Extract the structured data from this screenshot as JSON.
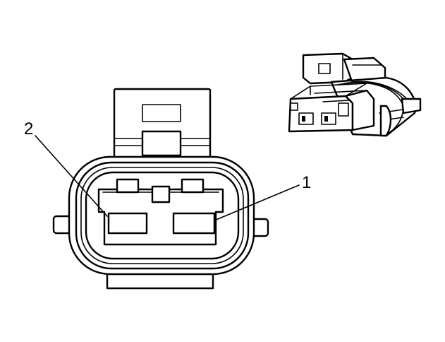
{
  "callouts": [
    {
      "id": "pin-1",
      "label": "1"
    },
    {
      "id": "pin-2",
      "label": "2"
    }
  ],
  "colors": {
    "line": "#000000",
    "background": "#ffffff"
  }
}
